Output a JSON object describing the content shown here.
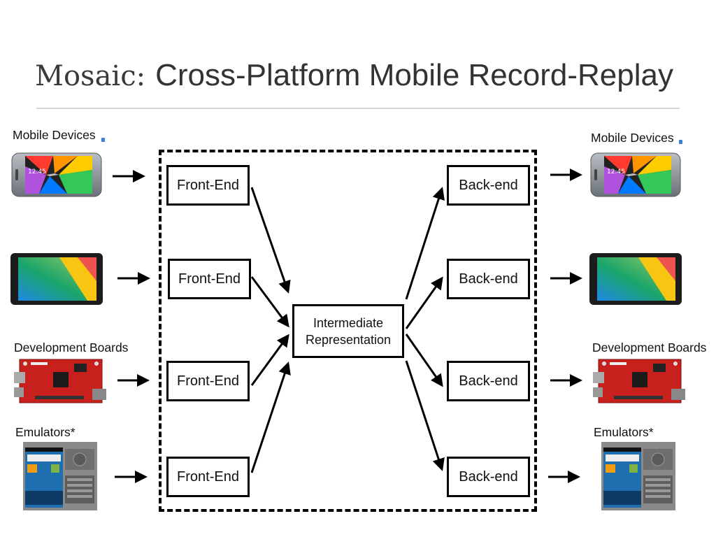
{
  "title": {
    "brand": "Mosaic:",
    "rest": "Cross-Platform Mobile Record-Replay"
  },
  "left_labels": {
    "mobile": "Mobile Devices",
    "boards": "Development Boards",
    "emulators": "Emulators*"
  },
  "right_labels": {
    "mobile": "Mobile Devices",
    "boards": "Development Boards",
    "emulators": "Emulators*"
  },
  "front_end": [
    "Front-End",
    "Front-End",
    "Front-End",
    "Front-End"
  ],
  "back_end": [
    "Back-end",
    "Back-end",
    "Back-end",
    "Back-end"
  ],
  "intermediate": {
    "line1": "Intermediate",
    "line2": "Representation"
  },
  "icons": [
    "smartphone-icon",
    "tablet-icon",
    "dev-board-icon",
    "emulator-icon"
  ],
  "colors": {
    "board_red": "#c8201c",
    "rainbow": [
      "#ff3b30",
      "#ff9500",
      "#ffcc00",
      "#34c759",
      "#007aff",
      "#af52de"
    ],
    "tablet_gradient": [
      "#1aa56a",
      "#1e88e5",
      "#f9c513",
      "#ef5350"
    ]
  }
}
